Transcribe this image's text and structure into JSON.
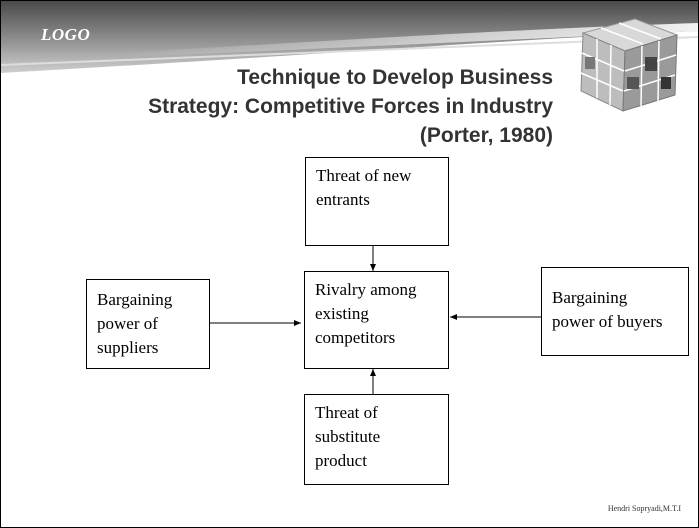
{
  "slide": {
    "logo": "LOGO",
    "title_lines": [
      "Technique to Develop Business",
      "Strategy: Competitive Forces in Industry",
      "(Porter, 1980)"
    ],
    "footer": "Hendri Sopryadi,M.T.I"
  },
  "diagram": {
    "nodes": {
      "new_entrants": "Threat of new entrants",
      "rivalry": "Rivalry among existing competitors",
      "suppliers": "Bargaining power of suppliers",
      "buyers": "Bargaining power of buyers",
      "substitutes": "Threat of substitute product"
    }
  },
  "colors": {
    "header_gray": "#6e6e6e",
    "title_text": "#333333"
  }
}
